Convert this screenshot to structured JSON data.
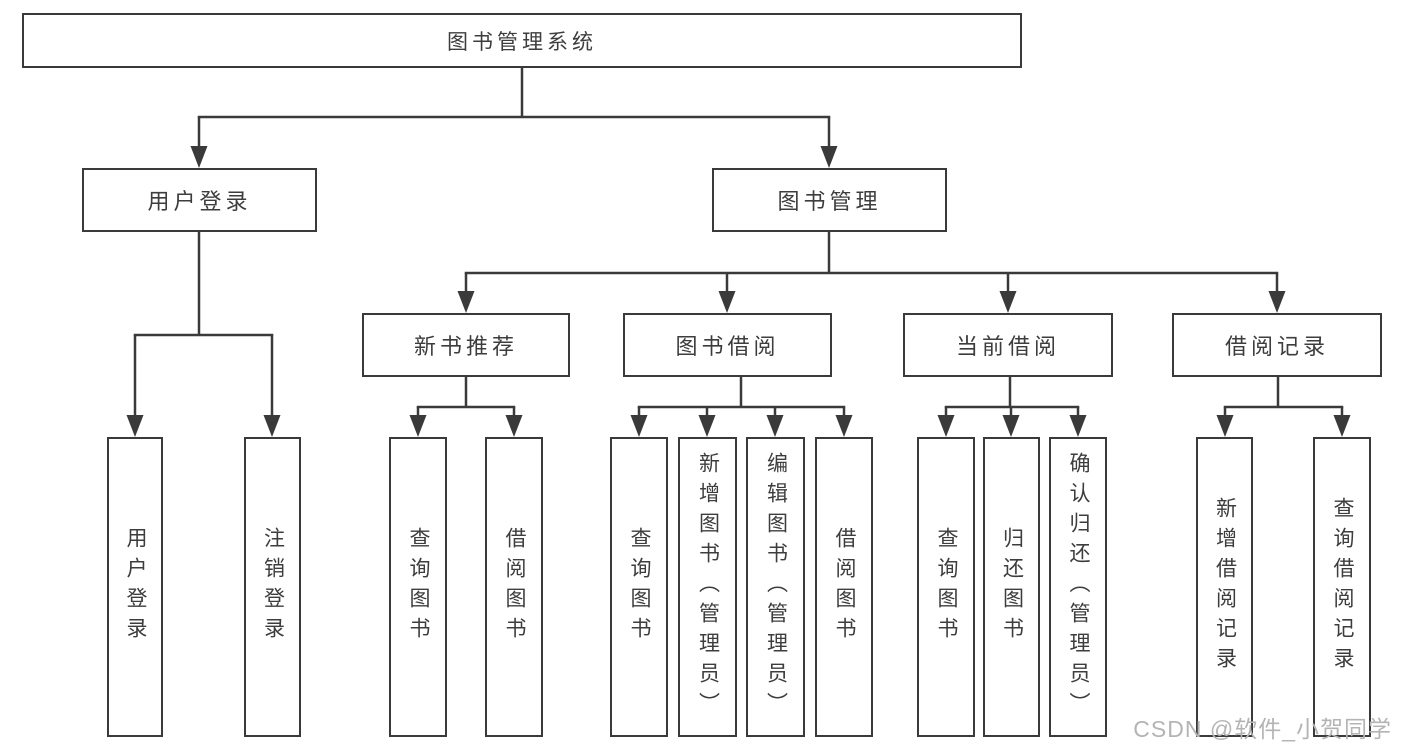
{
  "nodes": {
    "root": {
      "label": "图书管理系统"
    },
    "user_login": {
      "label": "用户登录",
      "children": [
        {
          "label": "用户登录"
        },
        {
          "label": "注销登录"
        }
      ]
    },
    "book_management": {
      "label": "图书管理",
      "children": [
        {
          "label": "新书推荐",
          "children": [
            {
              "label": "查询图书"
            },
            {
              "label": "借阅图书"
            }
          ]
        },
        {
          "label": "图书借阅",
          "children": [
            {
              "label": "查询图书"
            },
            {
              "label": "新增图书（管理员）"
            },
            {
              "label": "编辑图书（管理员）"
            },
            {
              "label": "借阅图书"
            }
          ]
        },
        {
          "label": "当前借阅",
          "children": [
            {
              "label": "查询图书"
            },
            {
              "label": "归还图书"
            },
            {
              "label": "确认归还（管理员）"
            }
          ]
        },
        {
          "label": "借阅记录",
          "children": [
            {
              "label": "新增借阅记录"
            },
            {
              "label": "查询借阅记录"
            }
          ]
        }
      ]
    }
  },
  "watermark": {
    "text": "CSDN @软件_小贺同学"
  },
  "colors": {
    "line": "#3a3a3a",
    "border": "#3a3a3a",
    "text": "#3d3d3d",
    "background": "#ffffff",
    "watermark": "#b4b4b4"
  }
}
